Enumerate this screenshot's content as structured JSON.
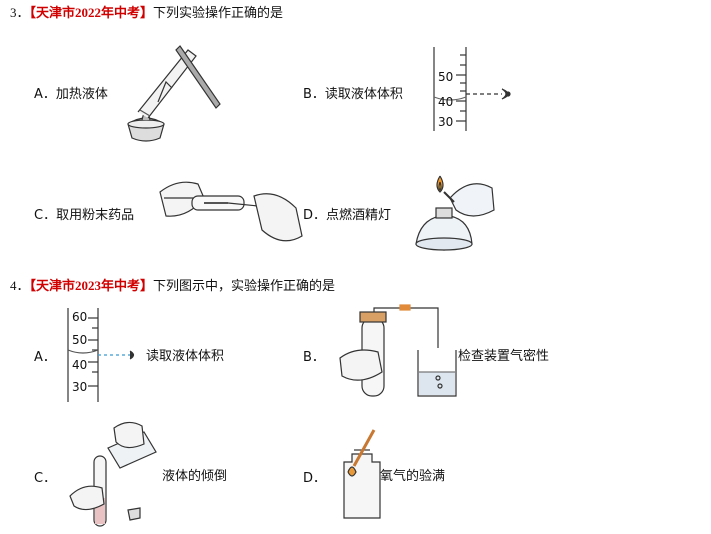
{
  "q3": {
    "number": "3．",
    "tag": "【天津市2022年中考】",
    "stem": "下列实验操作正确的是",
    "options": [
      {
        "letter": "A．",
        "text": "加热液体"
      },
      {
        "letter": "B．",
        "text": "读取液体体积"
      },
      {
        "letter": "C．",
        "text": "取用粉末药品"
      },
      {
        "letter": "D．",
        "text": "点燃酒精灯"
      }
    ],
    "cylinder_ticks": [
      "50",
      "40",
      "30"
    ]
  },
  "q4": {
    "number": "4．",
    "tag": "【天津市2023年中考】",
    "stem": "下列图示中，实验操作正确的是",
    "options": [
      {
        "letter": "A．",
        "text": "读取液体体积"
      },
      {
        "letter": "B．",
        "text": "检查装置气密性"
      },
      {
        "letter": "C．",
        "text": "液体的倾倒"
      },
      {
        "letter": "D．",
        "text": "氧气的验满"
      }
    ],
    "cylinder_ticks": [
      "60",
      "50",
      "40",
      "30"
    ]
  }
}
